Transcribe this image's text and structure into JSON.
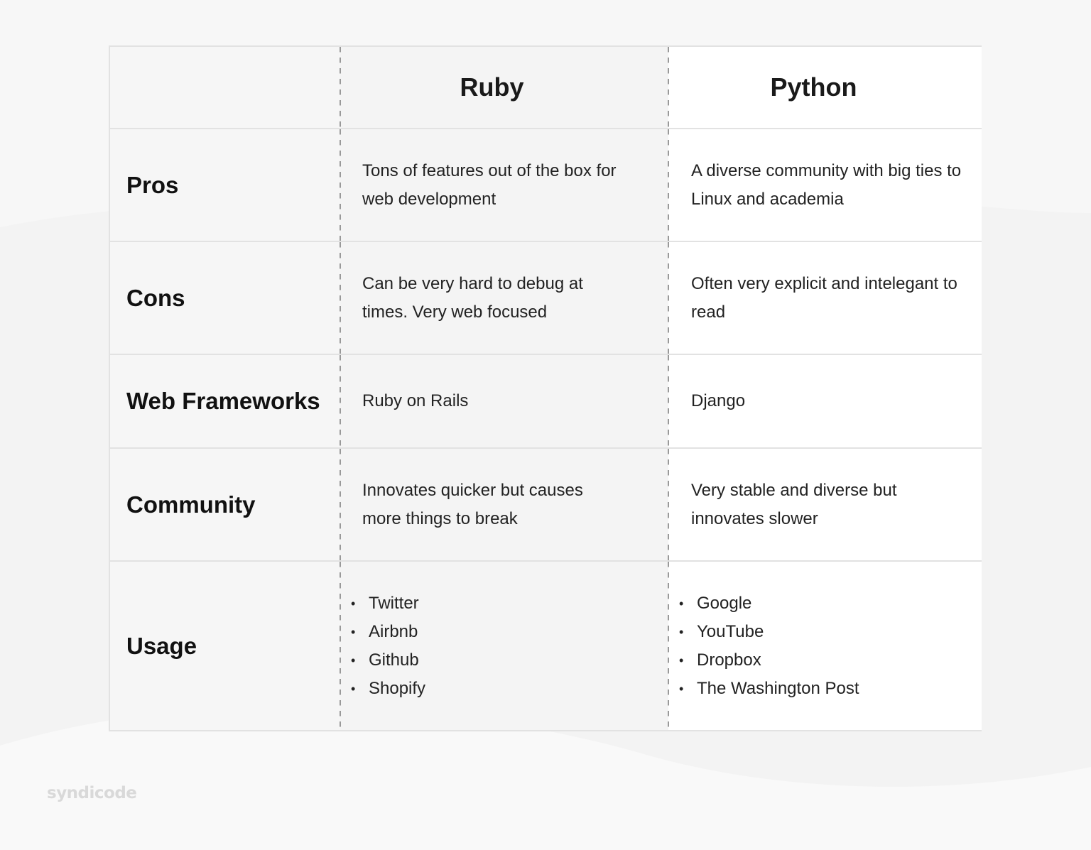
{
  "table": {
    "headers": [
      "",
      "Ruby",
      "Python"
    ],
    "rows": [
      {
        "label": "Pros",
        "ruby": "Tons of features out of the box for web development",
        "python": "A diverse community with big ties to Linux and academia"
      },
      {
        "label": "Cons",
        "ruby": "Can be very hard to debug at times. Very web focused",
        "python": "Often very explicit and intelegant to read"
      },
      {
        "label": "Web Frameworks",
        "ruby": "Ruby on Rails",
        "python": "Django"
      },
      {
        "label": "Community",
        "ruby": "Innovates quicker but causes more things to break",
        "python": "Very stable and diverse but innovates slower"
      },
      {
        "label": "Usage",
        "ruby_list": [
          "Twitter",
          "Airbnb",
          "Github",
          "Shopify"
        ],
        "python_list": [
          "Google",
          "YouTube",
          "Dropbox",
          "The Washington Post"
        ]
      }
    ]
  },
  "brand": {
    "logo_text": "syndicode"
  },
  "colors": {
    "background": "#f7f7f7",
    "border": "#e2e2e2",
    "text": "#111111",
    "logo": "#d9d9d9"
  }
}
